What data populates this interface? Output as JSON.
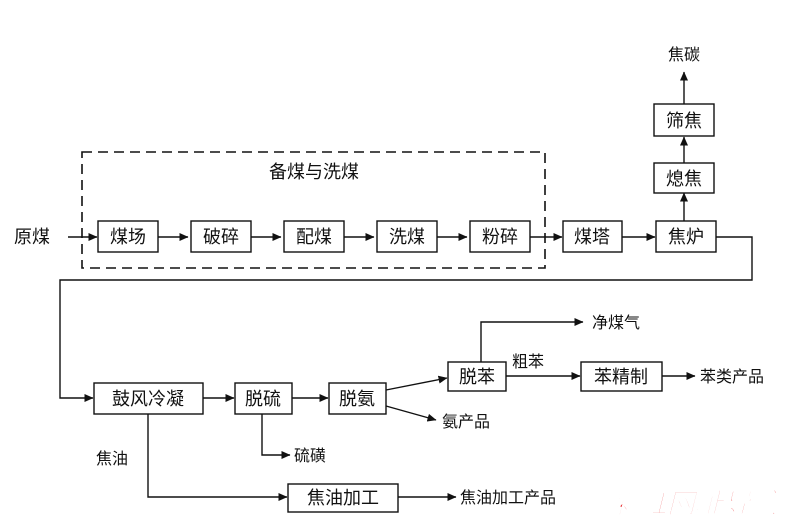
{
  "diagram": {
    "group_label": "备煤与洗煤",
    "nodes": {
      "raw_coal": "原煤",
      "coal_yard": "煤场",
      "crushing": "破碎",
      "blending": "配煤",
      "washing": "洗煤",
      "pulverizing": "粉碎",
      "coal_tower": "煤塔",
      "coke_oven": "焦炉",
      "quenching": "熄焦",
      "screening": "筛焦",
      "coke": "焦碳",
      "blower_cooling": "鼓风冷凝",
      "desulfurization": "脱硫",
      "deammonia": "脱氨",
      "debenzene": "脱苯",
      "crude_benzene": "粗苯",
      "benzene_refining": "苯精制",
      "clean_gas": "净煤气",
      "benzene_products": "苯类产品",
      "ammonia_products": "氨产品",
      "sulfur": "硫磺",
      "tar": "焦油",
      "tar_processing": "焦油加工",
      "tar_products": "焦油加工产品"
    }
  },
  "watermark": {
    "text": "彩虹网址导航",
    "color": "#e8272a"
  }
}
